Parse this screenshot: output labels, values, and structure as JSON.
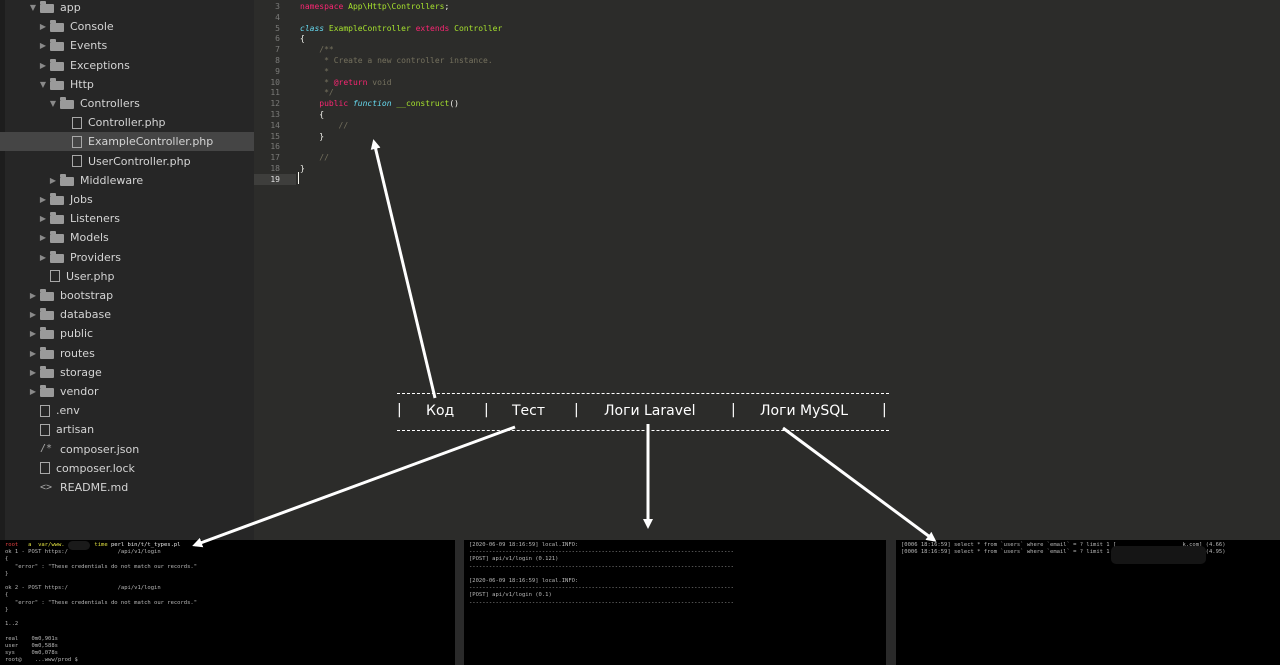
{
  "sidebar": {
    "items": [
      {
        "label": "app",
        "type": "folder-open",
        "depth": 1
      },
      {
        "label": "Console",
        "type": "folder",
        "depth": 2
      },
      {
        "label": "Events",
        "type": "folder",
        "depth": 2
      },
      {
        "label": "Exceptions",
        "type": "folder",
        "depth": 2
      },
      {
        "label": "Http",
        "type": "folder-open",
        "depth": 2
      },
      {
        "label": "Controllers",
        "type": "folder-open",
        "depth": 3
      },
      {
        "label": "Controller.php",
        "type": "file",
        "depth": 4
      },
      {
        "label": "ExampleController.php",
        "type": "file",
        "depth": 4,
        "selected": true
      },
      {
        "label": "UserController.php",
        "type": "file",
        "depth": 4
      },
      {
        "label": "Middleware",
        "type": "folder",
        "depth": 3
      },
      {
        "label": "Jobs",
        "type": "folder",
        "depth": 2
      },
      {
        "label": "Listeners",
        "type": "folder",
        "depth": 2
      },
      {
        "label": "Models",
        "type": "folder",
        "depth": 2
      },
      {
        "label": "Providers",
        "type": "folder",
        "depth": 2
      },
      {
        "label": "User.php",
        "type": "file",
        "depth": 2
      },
      {
        "label": "bootstrap",
        "type": "folder",
        "depth": 1
      },
      {
        "label": "database",
        "type": "folder",
        "depth": 1
      },
      {
        "label": "public",
        "type": "folder",
        "depth": 1
      },
      {
        "label": "routes",
        "type": "folder",
        "depth": 1
      },
      {
        "label": "storage",
        "type": "folder",
        "depth": 1
      },
      {
        "label": "vendor",
        "type": "folder",
        "depth": 1
      },
      {
        "label": ".env",
        "type": "file",
        "depth": 1
      },
      {
        "label": "artisan",
        "type": "file",
        "depth": 1
      },
      {
        "label": "composer.json",
        "type": "json",
        "depth": 1
      },
      {
        "label": "composer.lock",
        "type": "file",
        "depth": 1
      },
      {
        "label": "README.md",
        "type": "code",
        "depth": 1
      }
    ]
  },
  "editor": {
    "lines": [
      {
        "n": "3",
        "segs": [
          [
            "kw",
            "namespace "
          ],
          [
            "gr",
            "App\\Http\\Controllers"
          ],
          [
            "pn",
            ";"
          ]
        ]
      },
      {
        "n": "4",
        "segs": []
      },
      {
        "n": "5",
        "segs": [
          [
            "cl",
            "class "
          ],
          [
            "gr",
            "ExampleController "
          ],
          [
            "kw",
            "extends "
          ],
          [
            "gr",
            "Controller"
          ]
        ]
      },
      {
        "n": "6",
        "segs": [
          [
            "pn",
            "{"
          ]
        ]
      },
      {
        "n": "7",
        "segs": [
          [
            "cm",
            "    /**"
          ]
        ]
      },
      {
        "n": "8",
        "segs": [
          [
            "cm",
            "     * Create a new controller instance."
          ]
        ]
      },
      {
        "n": "9",
        "segs": [
          [
            "cm",
            "     *"
          ]
        ]
      },
      {
        "n": "10",
        "segs": [
          [
            "cm",
            "     * "
          ],
          [
            "kw",
            "@return "
          ],
          [
            "cm",
            "void"
          ]
        ]
      },
      {
        "n": "11",
        "segs": [
          [
            "cm",
            "     */"
          ]
        ]
      },
      {
        "n": "12",
        "segs": [
          [
            "kw",
            "    public "
          ],
          [
            "cl",
            "function "
          ],
          [
            "gr",
            "__construct"
          ],
          [
            "pn",
            "()"
          ]
        ]
      },
      {
        "n": "13",
        "segs": [
          [
            "pn",
            "    {"
          ]
        ]
      },
      {
        "n": "14",
        "segs": [
          [
            "cm",
            "        //"
          ]
        ]
      },
      {
        "n": "15",
        "segs": [
          [
            "pn",
            "    }"
          ]
        ]
      },
      {
        "n": "16",
        "segs": []
      },
      {
        "n": "17",
        "segs": [
          [
            "cm",
            "    //"
          ]
        ]
      },
      {
        "n": "18",
        "segs": [
          [
            "pn",
            "}"
          ]
        ]
      },
      {
        "n": "19",
        "segs": [],
        "active": true
      }
    ]
  },
  "menu": {
    "items": [
      "Код",
      "Тест",
      "Логи Laravel",
      "Логи MySQL"
    ],
    "separator": "|"
  },
  "terminals": {
    "test": [
      "root   a /var/www.         time perl bin/t/t_types.pl",
      "ok 1 - POST https:/               /api/v1/login",
      "{",
      "   \"error\" : \"These credentials do not match our records.\"",
      "}",
      "",
      "ok 2 - POST https:/               /api/v1/login",
      "{",
      "   \"error\" : \"These credentials do not match our records.\"",
      "}",
      "",
      "1..2",
      "",
      "real    0m0,901s",
      "user    0m0,588s",
      "sys     0m0,078s",
      "root@    ...www/prod $"
    ],
    "laravel": [
      "[2020-06-09 18:16:59] local.INFO:",
      "--------------------------------------------------------------------------------",
      "[POST] api/v1/login (0.121)",
      "--------------------------------------------------------------------------------",
      "",
      "[2020-06-09 18:16:59] local.INFO:",
      "--------------------------------------------------------------------------------",
      "[POST] api/v1/login (0.1)",
      "--------------------------------------------------------------------------------"
    ],
    "mysql": [
      "[0006 18:16:59] select * from `users` where `email` = ? limit 1 [                    k.com] (4.66)",
      "[0006 18:16:59] select * from `users` where `email` = ? limit 1 [v                   k.com] (4.95)"
    ]
  }
}
